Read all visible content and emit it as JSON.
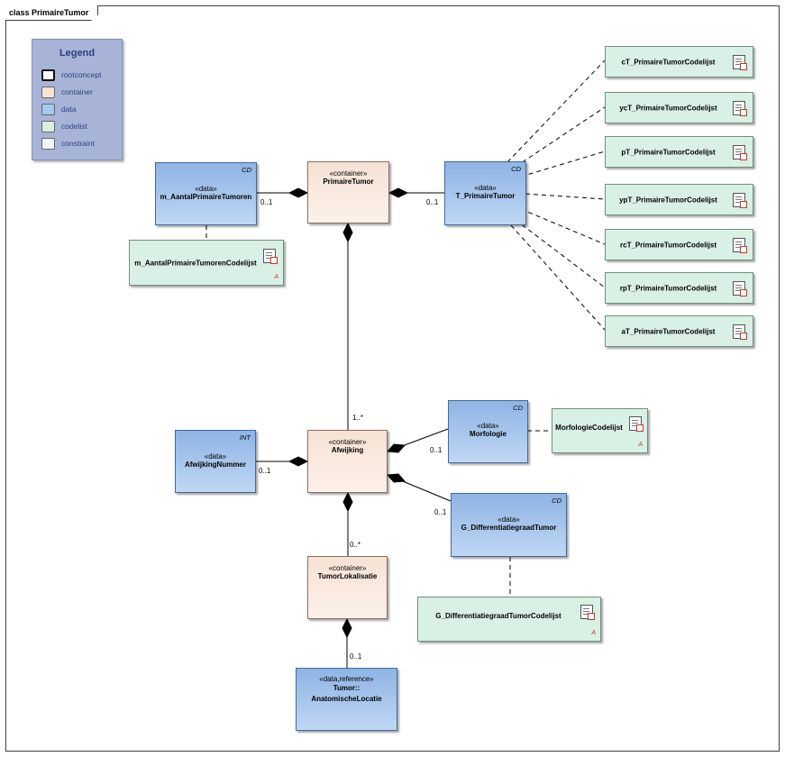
{
  "diagram": {
    "frame_title": "class PrimaireTumor"
  },
  "legend": {
    "title": "Legend",
    "items": [
      {
        "label": "rootconcept",
        "color": "#ffffff"
      },
      {
        "label": "container",
        "color": "#f7e2d4"
      },
      {
        "label": "data",
        "color": "#a8c8ee"
      },
      {
        "label": "codelist",
        "color": "#d8efe2"
      },
      {
        "label": "constraint",
        "color": "#f3f3fb"
      }
    ]
  },
  "nodes": {
    "m_aantal": {
      "stereotype": "«data»",
      "name": "m_AantalPrimaireTumoren",
      "type_tag": "CD"
    },
    "primaire_tumor": {
      "stereotype": "«container»",
      "name": "PrimaireTumor"
    },
    "t_primaire": {
      "stereotype": "«data»",
      "name": "T_PrimaireTumor",
      "type_tag": "CD"
    },
    "m_aantal_cl": {
      "name": "m_AantalPrimaireTumorenCodelijst"
    },
    "ct_cl": {
      "name": "cT_PrimaireTumorCodelijst"
    },
    "yct_cl": {
      "name": "ycT_PrimaireTumorCodelijst"
    },
    "pt_cl": {
      "name": "pT_PrimaireTumorCodelijst"
    },
    "ypt_cl": {
      "name": "ypT_PrimaireTumorCodelijst"
    },
    "rct_cl": {
      "name": "rcT_PrimaireTumorCodelijst"
    },
    "rpt_cl": {
      "name": "rpT_PrimaireTumorCodelijst"
    },
    "at_cl": {
      "name": "aT_PrimaireTumorCodelijst"
    },
    "afwijking_nummer": {
      "stereotype": "«data»",
      "name": "AfwijkingNummer",
      "type_tag": "INT"
    },
    "afwijking": {
      "stereotype": "«container»",
      "name": "Afwijking"
    },
    "morfologie": {
      "stereotype": "«data»",
      "name": "Morfologie",
      "type_tag": "CD"
    },
    "morfologie_cl": {
      "name": "MorfologieCodelijst"
    },
    "g_diff": {
      "stereotype": "«data»",
      "name": "G_DifferentiatiegraadTumor",
      "type_tag": "CD"
    },
    "g_diff_cl": {
      "name": "G_DifferentiatiegraadTumorCodelijst"
    },
    "tumor_lok": {
      "stereotype": "«container»",
      "name": "TumorLokalisatie"
    },
    "anat_lok": {
      "stereotype": "«data,reference»",
      "name": "Tumor::\nAnatomischeLocatie"
    }
  },
  "multiplicities": {
    "m_aantal": "0..1",
    "t_primaire": "0..1",
    "afwijking": "1..*",
    "afwijking_nummer": "0..1",
    "morfologie": "0..1",
    "g_diff": "0..1",
    "tumor_lok": "0..*",
    "anat_lok": "0..1"
  },
  "abstract_marker": "A"
}
